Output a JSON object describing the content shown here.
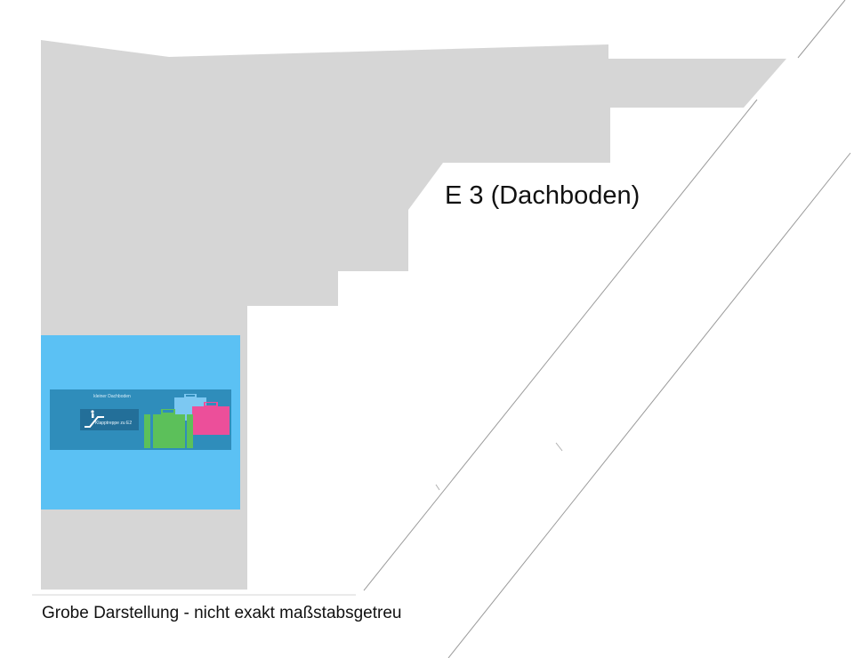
{
  "floor": {
    "title": "E 3 (Dachboden)",
    "disclaimer": "Grobe Darstellung - nicht exakt maßstabsgetreu"
  },
  "room": {
    "label": "kleiner Dachboden",
    "stair_label": "Klapptreppe zu E2",
    "icon": "escalator-icon",
    "luggage_icons": [
      "suitcase-green-icon",
      "suitcase-blue-icon",
      "suitcase-pink-icon"
    ]
  },
  "colors": {
    "floor_fill": "#d6d6d6",
    "room_fill": "#5bc1f4",
    "room_inner": "#2f8dbb",
    "suitcase_green": "#5cc05a",
    "suitcase_blue": "#7cc8f2",
    "suitcase_pink": "#ec4f9a",
    "line": "#9a9a9a"
  }
}
